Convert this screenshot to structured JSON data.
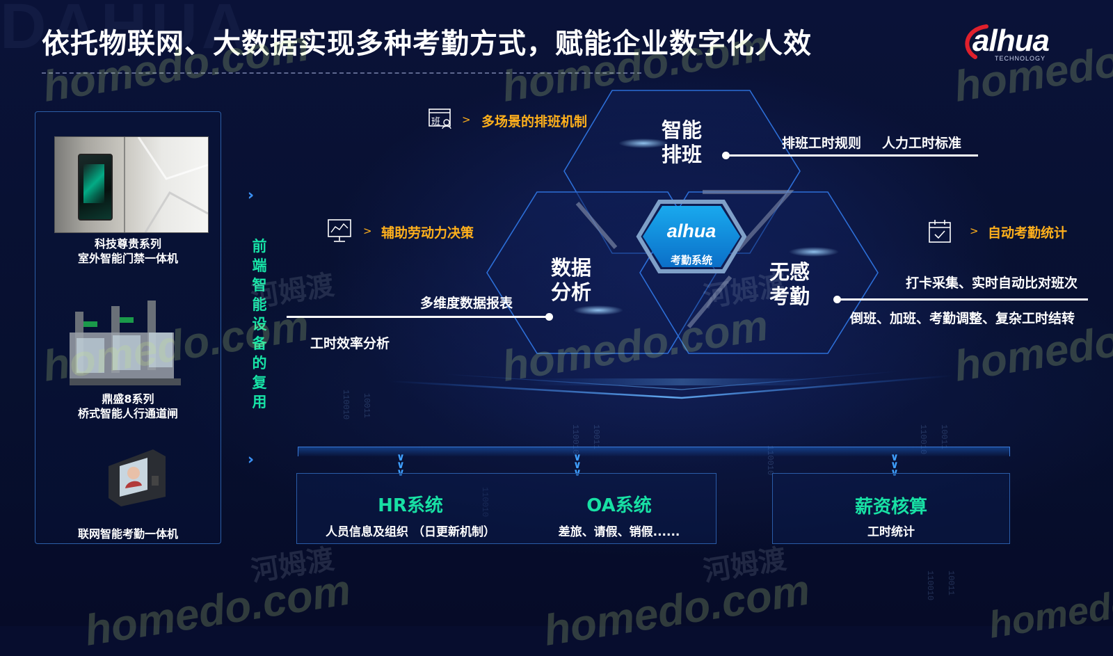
{
  "header": {
    "watermark_brand": "DAHUA",
    "title": "依托物联网、大数据实现多种考勤方式，赋能企业数字化人效",
    "logo_text": "alhua",
    "logo_sub": "TECHNOLOGY"
  },
  "devices": {
    "items": [
      {
        "label_1": "科技尊贵系列",
        "label_2": "室外智能门禁一体机"
      },
      {
        "label_1": "鼎盛8系列",
        "label_2": "桥式智能人行通道闸"
      },
      {
        "label_1": "联网智能考勤一体机"
      }
    ],
    "vertical_label": "前端智能设备的复用"
  },
  "diagram": {
    "center": {
      "logo": "alhua",
      "label": "考勤系统"
    },
    "hex_scheduling": {
      "title_1": "智能",
      "title_2": "排班",
      "feature": "多场景的排班机制",
      "icon_text": "班",
      "desc_1": "排班工时规则",
      "desc_2": "人力工时标准"
    },
    "hex_analysis": {
      "title_1": "数据",
      "title_2": "分析",
      "feature": "辅助劳动力决策",
      "desc_1": "多维度数据报表",
      "desc_2": "工时效率分析"
    },
    "hex_attendance": {
      "title_1": "无感",
      "title_2": "考勤",
      "feature": "自动考勤统计",
      "desc_1": "打卡采集、实时自动比对班次",
      "desc_2": "倒班、加班、考勤调整、复杂工时结转"
    }
  },
  "systems": [
    {
      "title": "HR系统",
      "desc": "人员信息及组织 （日更新机制）"
    },
    {
      "title": "OA系统",
      "desc": "差旅、请假、销假......"
    },
    {
      "title": "薪资核算",
      "desc": "工时统计"
    }
  ],
  "watermark": {
    "site": "homedo.com",
    "cn": "河姆渡"
  },
  "colors": {
    "background": "#070d2e",
    "accent_green": "#18e0a4",
    "accent_orange": "#ffb01c",
    "hex_outline": "#2d6fd8",
    "panel_border": "#2c5fa8"
  }
}
